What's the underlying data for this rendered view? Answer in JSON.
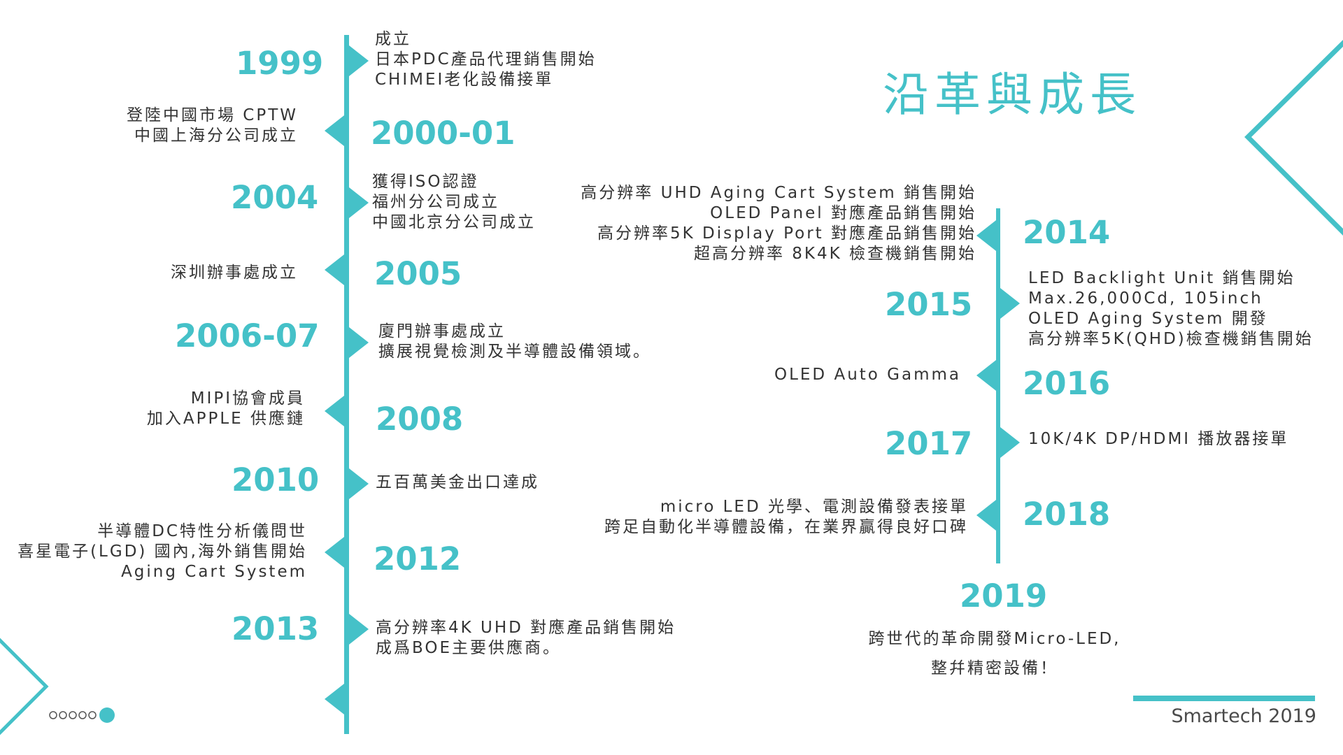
{
  "title": "沿革與成長",
  "footer": "Smartech 2019",
  "colors": {
    "accent": "#45c1c8",
    "text": "#333333"
  },
  "left_timeline": [
    {
      "year": "1999",
      "lines": [
        "成立",
        "日本PDC產品代理銷售開始",
        "CHIMEI老化設備接單"
      ]
    },
    {
      "year": "2000-01",
      "lines": [
        "登陸中國市場 CPTW",
        "中國上海分公司成立"
      ]
    },
    {
      "year": "2004",
      "lines": [
        "獲得ISO認證",
        "福州分公司成立",
        "中國北京分公司成立"
      ]
    },
    {
      "year": "2005",
      "lines": [
        "深圳辦事處成立"
      ]
    },
    {
      "year": "2006-07",
      "lines": [
        "廈門辦事處成立",
        "擴展視覺檢測及半導體設備領域。"
      ]
    },
    {
      "year": "2008",
      "lines": [
        "MIPI協會成員",
        "加入APPLE 供應鏈"
      ]
    },
    {
      "year": "2010",
      "lines": [
        "五百萬美金出口達成"
      ]
    },
    {
      "year": "2012",
      "lines": [
        "半導體DC特性分析儀問世",
        "喜星電子(LGD) 國內,海外銷售開始",
        "Aging Cart System"
      ]
    },
    {
      "year": "2013",
      "lines": [
        "高分辨率4K UHD 對應產品銷售開始",
        "成爲BOE主要供應商。"
      ]
    }
  ],
  "right_timeline": [
    {
      "year": "2014",
      "lines": [
        "高分辨率 UHD Aging Cart System 銷售開始",
        "OLED Panel 對應產品銷售開始",
        "高分辨率5K Display Port 對應產品銷售開始",
        "超高分辨率 8K4K 檢查機銷售開始"
      ]
    },
    {
      "year": "2015",
      "lines": [
        "LED Backlight Unit 銷售開始",
        "Max.26,000Cd, 105inch",
        "OLED Aging System 開發",
        "高分辨率5K(QHD)檢查機銷售開始"
      ]
    },
    {
      "year": "2016",
      "lines": [
        "OLED Auto Gamma"
      ]
    },
    {
      "year": "2017",
      "lines": [
        "10K/4K DP/HDMI 播放器接單"
      ]
    },
    {
      "year": "2018",
      "lines": [
        "micro LED 光學、電測設備發表接單",
        "跨足自動化半導體設備，在業界贏得良好口碑"
      ]
    },
    {
      "year": "2019",
      "lines": [
        "跨世代的革命開發Micro-LED,",
        "整幷精密設備！"
      ]
    }
  ],
  "pagination": {
    "total": 6,
    "current": 6
  }
}
